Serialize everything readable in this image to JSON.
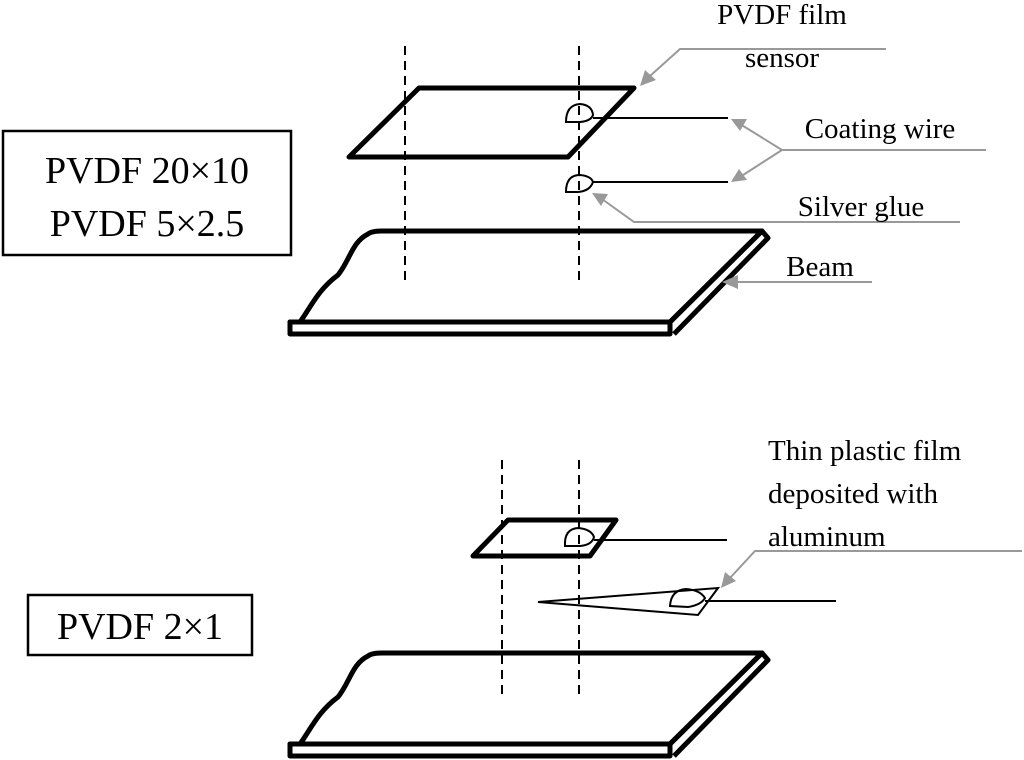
{
  "top_diagram": {
    "sizes_line1": "PVDF 20×10",
    "sizes_line2": "PVDF 5×2.5",
    "label_sensor_line1": "PVDF film",
    "label_sensor_line2": "sensor",
    "label_coating_wire": "Coating wire",
    "label_silver_glue": "Silver glue",
    "label_beam": "Beam"
  },
  "bottom_diagram": {
    "sizes_line1": "PVDF 2×1",
    "label_film_line1": "Thin plastic film",
    "label_film_line2": "deposited with",
    "label_film_line3": "aluminum"
  },
  "colors": {
    "stroke": "#000000",
    "leader": "#999999",
    "background": "#ffffff"
  }
}
